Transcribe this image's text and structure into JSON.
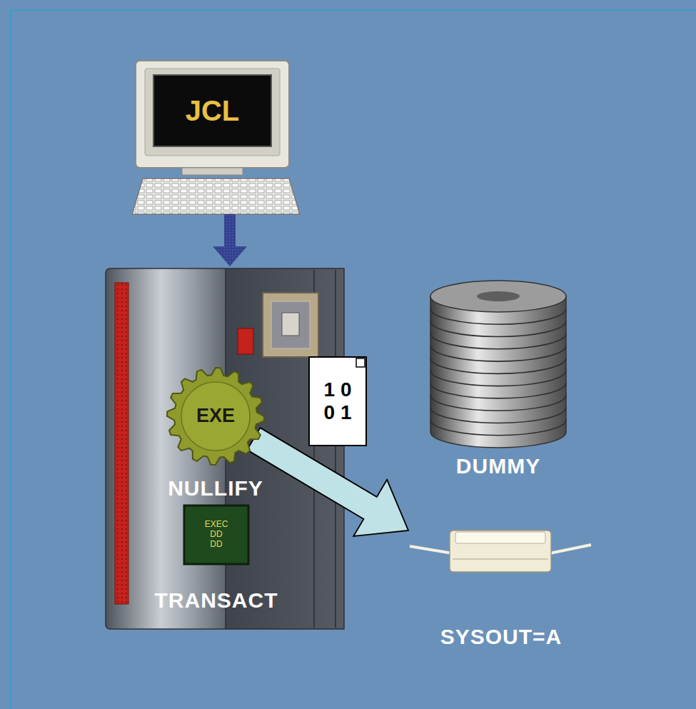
{
  "diagram": {
    "nodes": [
      {
        "text": [
          "JCL"
        ]
      },
      {
        "text": [
          "EXE",
          "NULLIFY"
        ]
      },
      {
        "text": [
          "1 0 0 1"
        ]
      },
      {
        "text": [
          "DUMMY"
        ]
      },
      {
        "text": [
          "EXEC DD DD",
          "TRANSACT"
        ]
      },
      {
        "text": [
          "SYSOUT=A"
        ]
      }
    ],
    "edges": [
      {
        "from": 1,
        "to": 5,
        "arrow": "to"
      }
    ]
  }
}
